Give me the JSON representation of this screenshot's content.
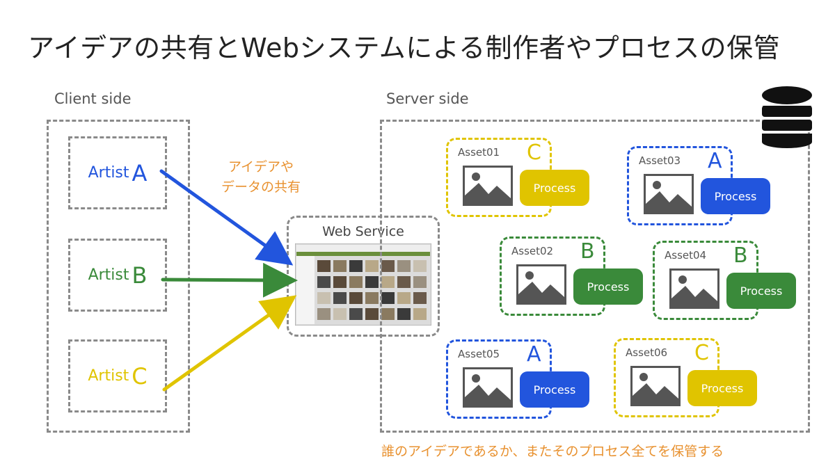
{
  "title": "アイデアの共有とWebシステムによる制作者やプロセスの保管",
  "client": {
    "label": "Client side",
    "artists": [
      {
        "name": "Artist",
        "letter": "A",
        "color": "#2255dd"
      },
      {
        "name": "Artist",
        "letter": "B",
        "color": "#3a8a3a"
      },
      {
        "name": "Artist",
        "letter": "C",
        "color": "#e0c400"
      }
    ]
  },
  "share_label": {
    "line1": "アイデアや",
    "line2": "データの共有"
  },
  "web_service": {
    "title": "Web Service"
  },
  "server": {
    "label": "Server side",
    "assets": [
      {
        "name": "Asset01",
        "letter": "C",
        "process": "Process",
        "color": "#e0c400"
      },
      {
        "name": "Asset02",
        "letter": "B",
        "process": "Process",
        "color": "#3a8a3a"
      },
      {
        "name": "Asset03",
        "letter": "A",
        "process": "Process",
        "color": "#2255dd"
      },
      {
        "name": "Asset04",
        "letter": "B",
        "process": "Process",
        "color": "#3a8a3a"
      },
      {
        "name": "Asset05",
        "letter": "A",
        "process": "Process",
        "color": "#2255dd"
      },
      {
        "name": "Asset06",
        "letter": "C",
        "process": "Process",
        "color": "#e0c400"
      }
    ]
  },
  "footer_note": "誰のアイデアであるか、またそのプロセス全てを保管する",
  "icons": {
    "database": "database-icon",
    "image": "image-icon"
  }
}
